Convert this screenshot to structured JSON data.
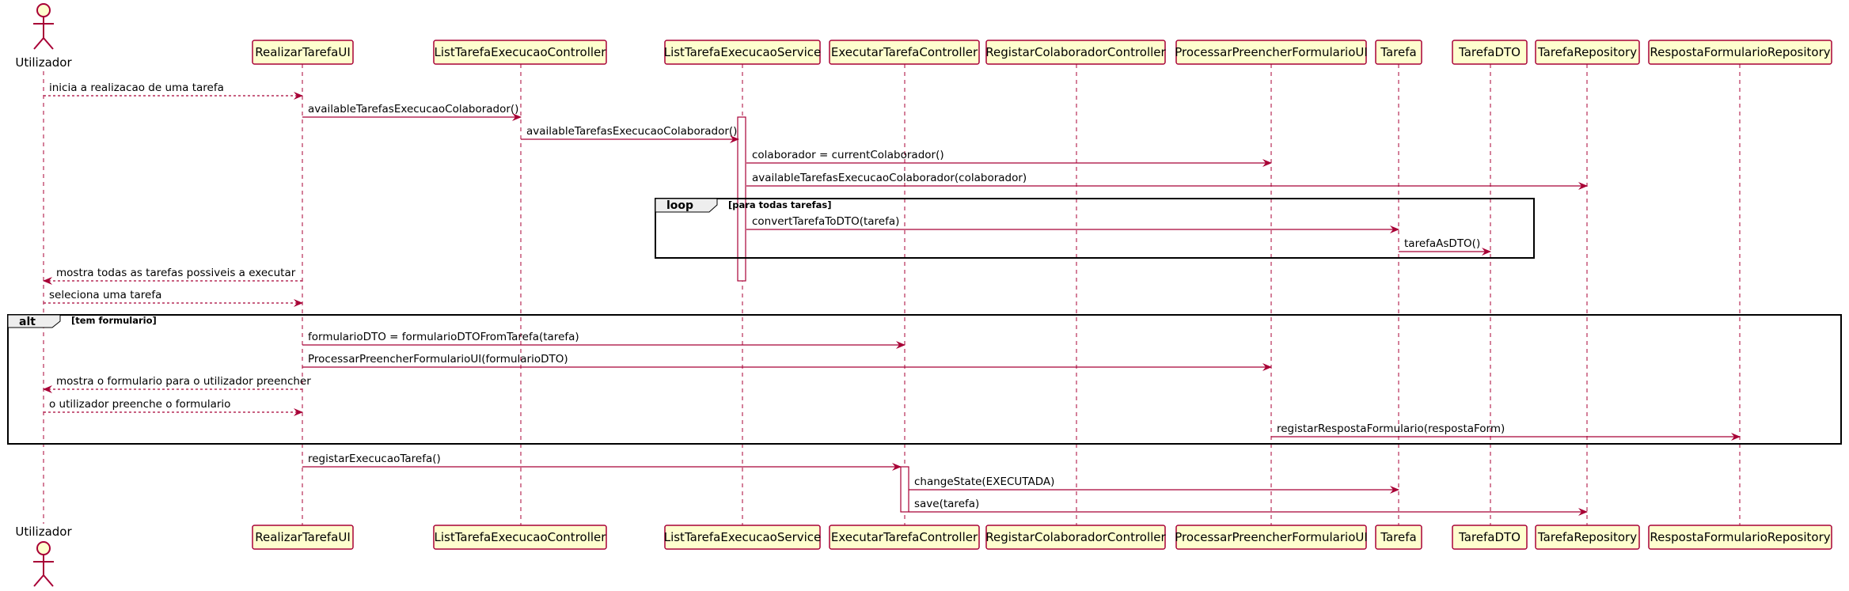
{
  "actor": {
    "label": "Utilizador"
  },
  "participants": [
    "RealizarTarefaUI",
    "ListTarefaExecucaoController",
    "ListTarefaExecucaoService",
    "ExecutarTarefaController",
    "RegistarColaboradorController",
    "ProcessarPreencherFormularioUI",
    "Tarefa",
    "TarefaDTO",
    "TarefaRepository",
    "RespostaFormularioRepository"
  ],
  "messages": [
    {
      "from": 0,
      "to": 1,
      "label": "inicia a realizacao de uma tarefa",
      "dashed": true
    },
    {
      "from": 1,
      "to": 2,
      "label": "availableTarefasExecucaoColaborador()",
      "dashed": false
    },
    {
      "from": 2,
      "to": 3,
      "label": "availableTarefasExecucaoColaborador()",
      "dashed": false
    },
    {
      "from": 3,
      "to": 6,
      "label": "colaborador = currentColaborador()",
      "dashed": false
    },
    {
      "from": 3,
      "to": 9,
      "label": "availableTarefasExecucaoColaborador(colaborador)",
      "dashed": false
    },
    {
      "from": 3,
      "to": 7,
      "label": "convertTarefaToDTO(tarefa)",
      "dashed": false
    },
    {
      "from": 7,
      "to": 8,
      "label": "tarefaAsDTO()",
      "dashed": false
    },
    {
      "from": 1,
      "to": 0,
      "label": "mostra todas as tarefas possiveis a executar",
      "dashed": true
    },
    {
      "from": 0,
      "to": 1,
      "label": "seleciona uma tarefa",
      "dashed": true
    },
    {
      "from": 1,
      "to": 4,
      "label": "formularioDTO = formularioDTOFromTarefa(tarefa)",
      "dashed": false
    },
    {
      "from": 1,
      "to": 6,
      "label": "ProcessarPreencherFormularioUI(formularioDTO)",
      "dashed": false
    },
    {
      "from": 1,
      "to": 0,
      "label": "mostra o formulario para o utilizador preencher",
      "dashed": true
    },
    {
      "from": 0,
      "to": 1,
      "label": "o utilizador preenche o formulario",
      "dashed": true
    },
    {
      "from": 6,
      "to": 10,
      "label": "registarRespostaFormulario(respostaForm)",
      "dashed": false
    },
    {
      "from": 1,
      "to": 4,
      "label": "registarExecucaoTarefa()",
      "dashed": false
    },
    {
      "from": 4,
      "to": 7,
      "label": "changeState(EXECUTADA)",
      "dashed": false
    },
    {
      "from": 4,
      "to": 9,
      "label": "save(tarefa)",
      "dashed": false
    }
  ],
  "fragments": [
    {
      "kind": "loop",
      "condition": "[para todas tarefas]"
    },
    {
      "kind": "alt",
      "condition": "[tem formulario]"
    }
  ],
  "colors": {
    "arrow": "#A80036",
    "participant_fill": "#FEFECE",
    "participant_border": "#A80036"
  }
}
